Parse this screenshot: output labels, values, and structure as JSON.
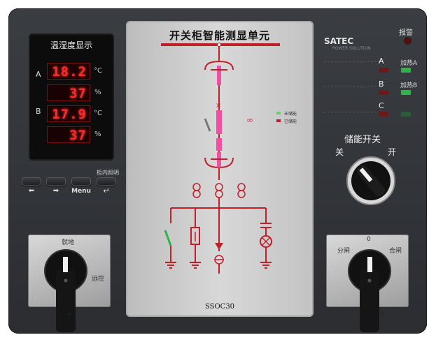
{
  "display": {
    "title": "温湿度显示",
    "channel_a": "A",
    "channel_b": "B",
    "a_temp": "18.2",
    "a_hum": "37",
    "b_temp": "17.9",
    "b_hum": "37",
    "unit_c": "°C",
    "unit_pct": "%"
  },
  "keys": {
    "menu_label": "Menu",
    "top_label": "柜内照明"
  },
  "screen": {
    "title": "开关柜智能测显单元",
    "model": "SSOC30",
    "legend_stored": "未储能",
    "legend_not": "已储能"
  },
  "right": {
    "brand": "SATEC",
    "brand_sub": "POWER SOLUTION",
    "alarm": "报警",
    "phase_a": "A",
    "phase_b": "B",
    "phase_c": "C",
    "heat_a": "加热A",
    "heat_b": "加热B",
    "storage_title": "储能开关",
    "off": "关",
    "on": "开"
  },
  "left_switch": {
    "local": "就地",
    "remote": "远控"
  },
  "right_switch": {
    "zero": "0",
    "open": "分闸",
    "close": "合闸"
  },
  "colors": {
    "led_red": "#ff2a2a",
    "diagram_red": "#c0202a",
    "pink": "#f14fa4",
    "green_led": "#2db54a"
  }
}
